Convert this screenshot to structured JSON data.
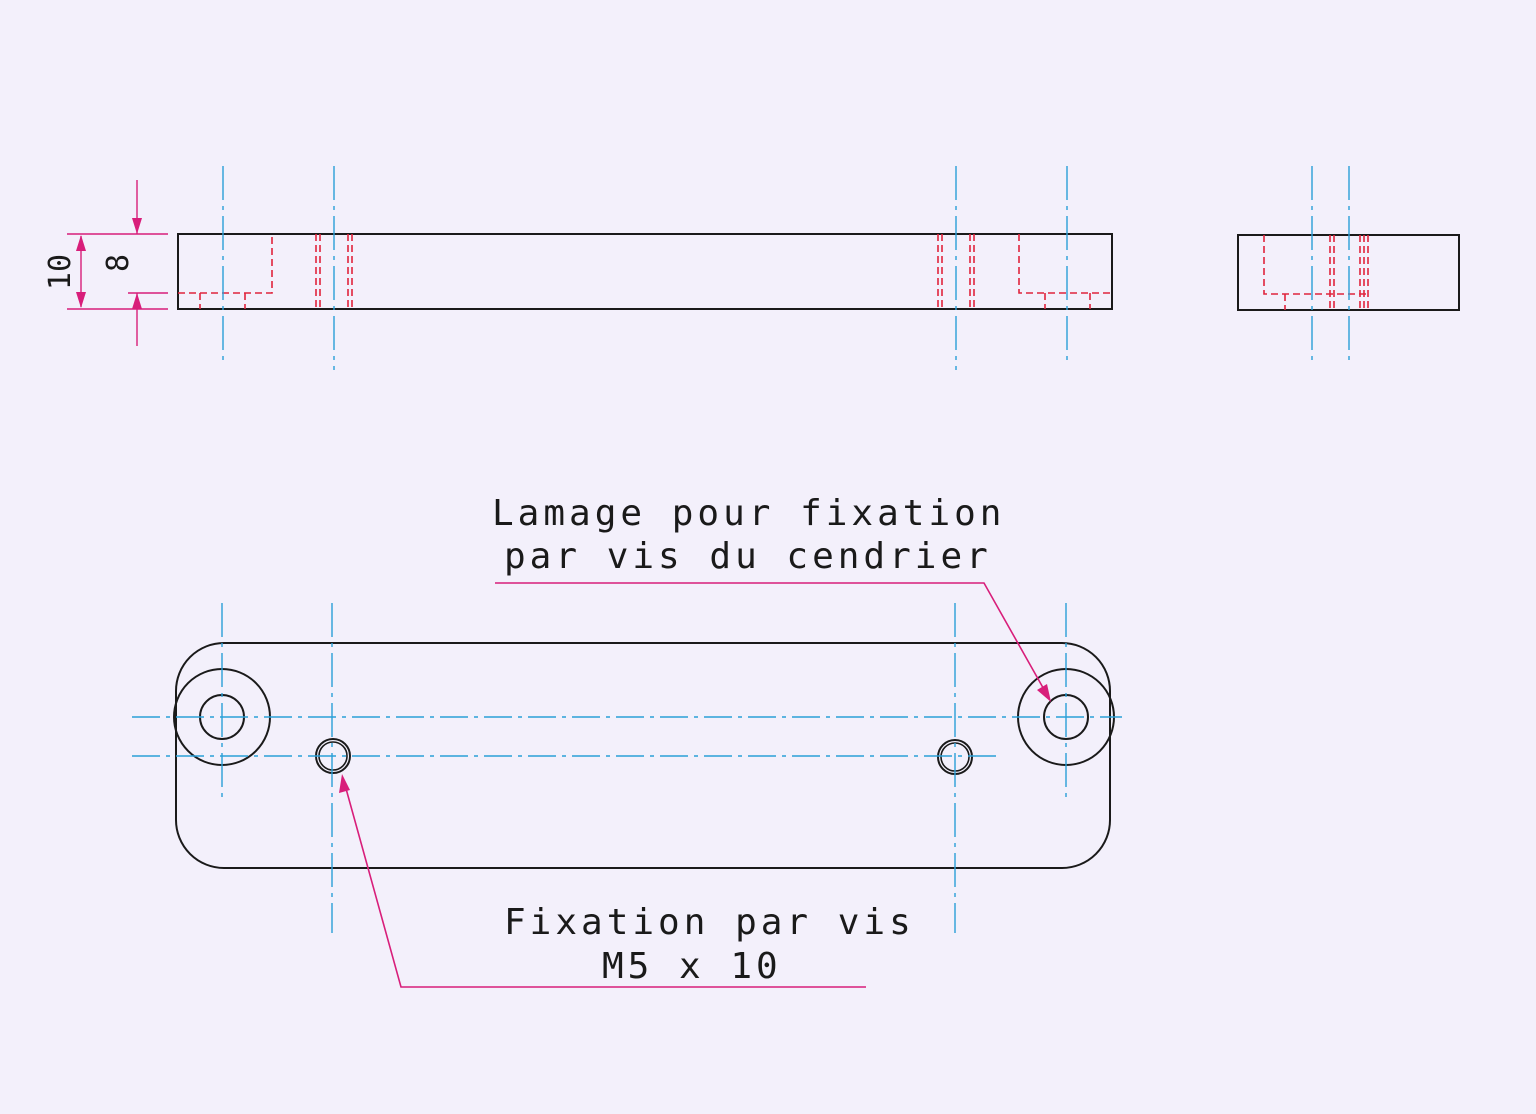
{
  "dimensions": {
    "overall_thickness": "10",
    "body_thickness": "8"
  },
  "annotations": {
    "counterbore_note": {
      "line1": "Lamage pour fixation",
      "line2": "par vis du cendrier"
    },
    "screw_note": {
      "line1": "Fixation par vis",
      "line2": "M5 x 10"
    }
  },
  "colors": {
    "outline": "#1a1a1a",
    "center_line": "#2a9fd8",
    "hidden_line": "#e0243c",
    "dimension_and_leader": "#d81e7a",
    "paper": "#f3f0fb"
  }
}
